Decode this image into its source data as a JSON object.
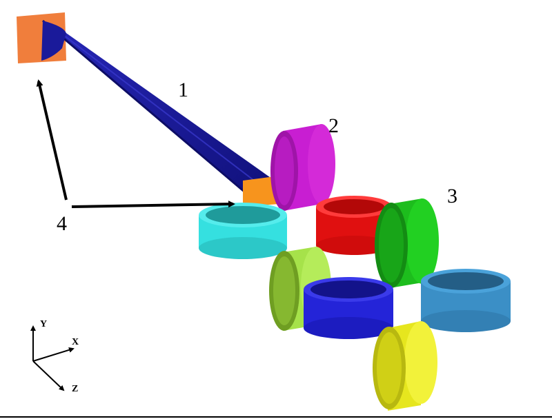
{
  "labels": {
    "rod": "1",
    "top_disk": "2",
    "right_disk": "3",
    "vectors": "4"
  },
  "axes": {
    "y": "Y",
    "x": "X",
    "z": "Z"
  },
  "colors": {
    "rod": "#1a1a9a",
    "end_plates": "#f07e3c",
    "disk_magenta": "#c81ed2",
    "disk_cyan": "#33d6d6",
    "disk_red": "#ee1111",
    "disk_green": "#1dbd1d",
    "disk_lightgreen": "#a6e24a",
    "disk_blue": "#2222cc",
    "disk_steelblue": "#3b8fc6",
    "disk_yellow": "#e6e61e"
  }
}
